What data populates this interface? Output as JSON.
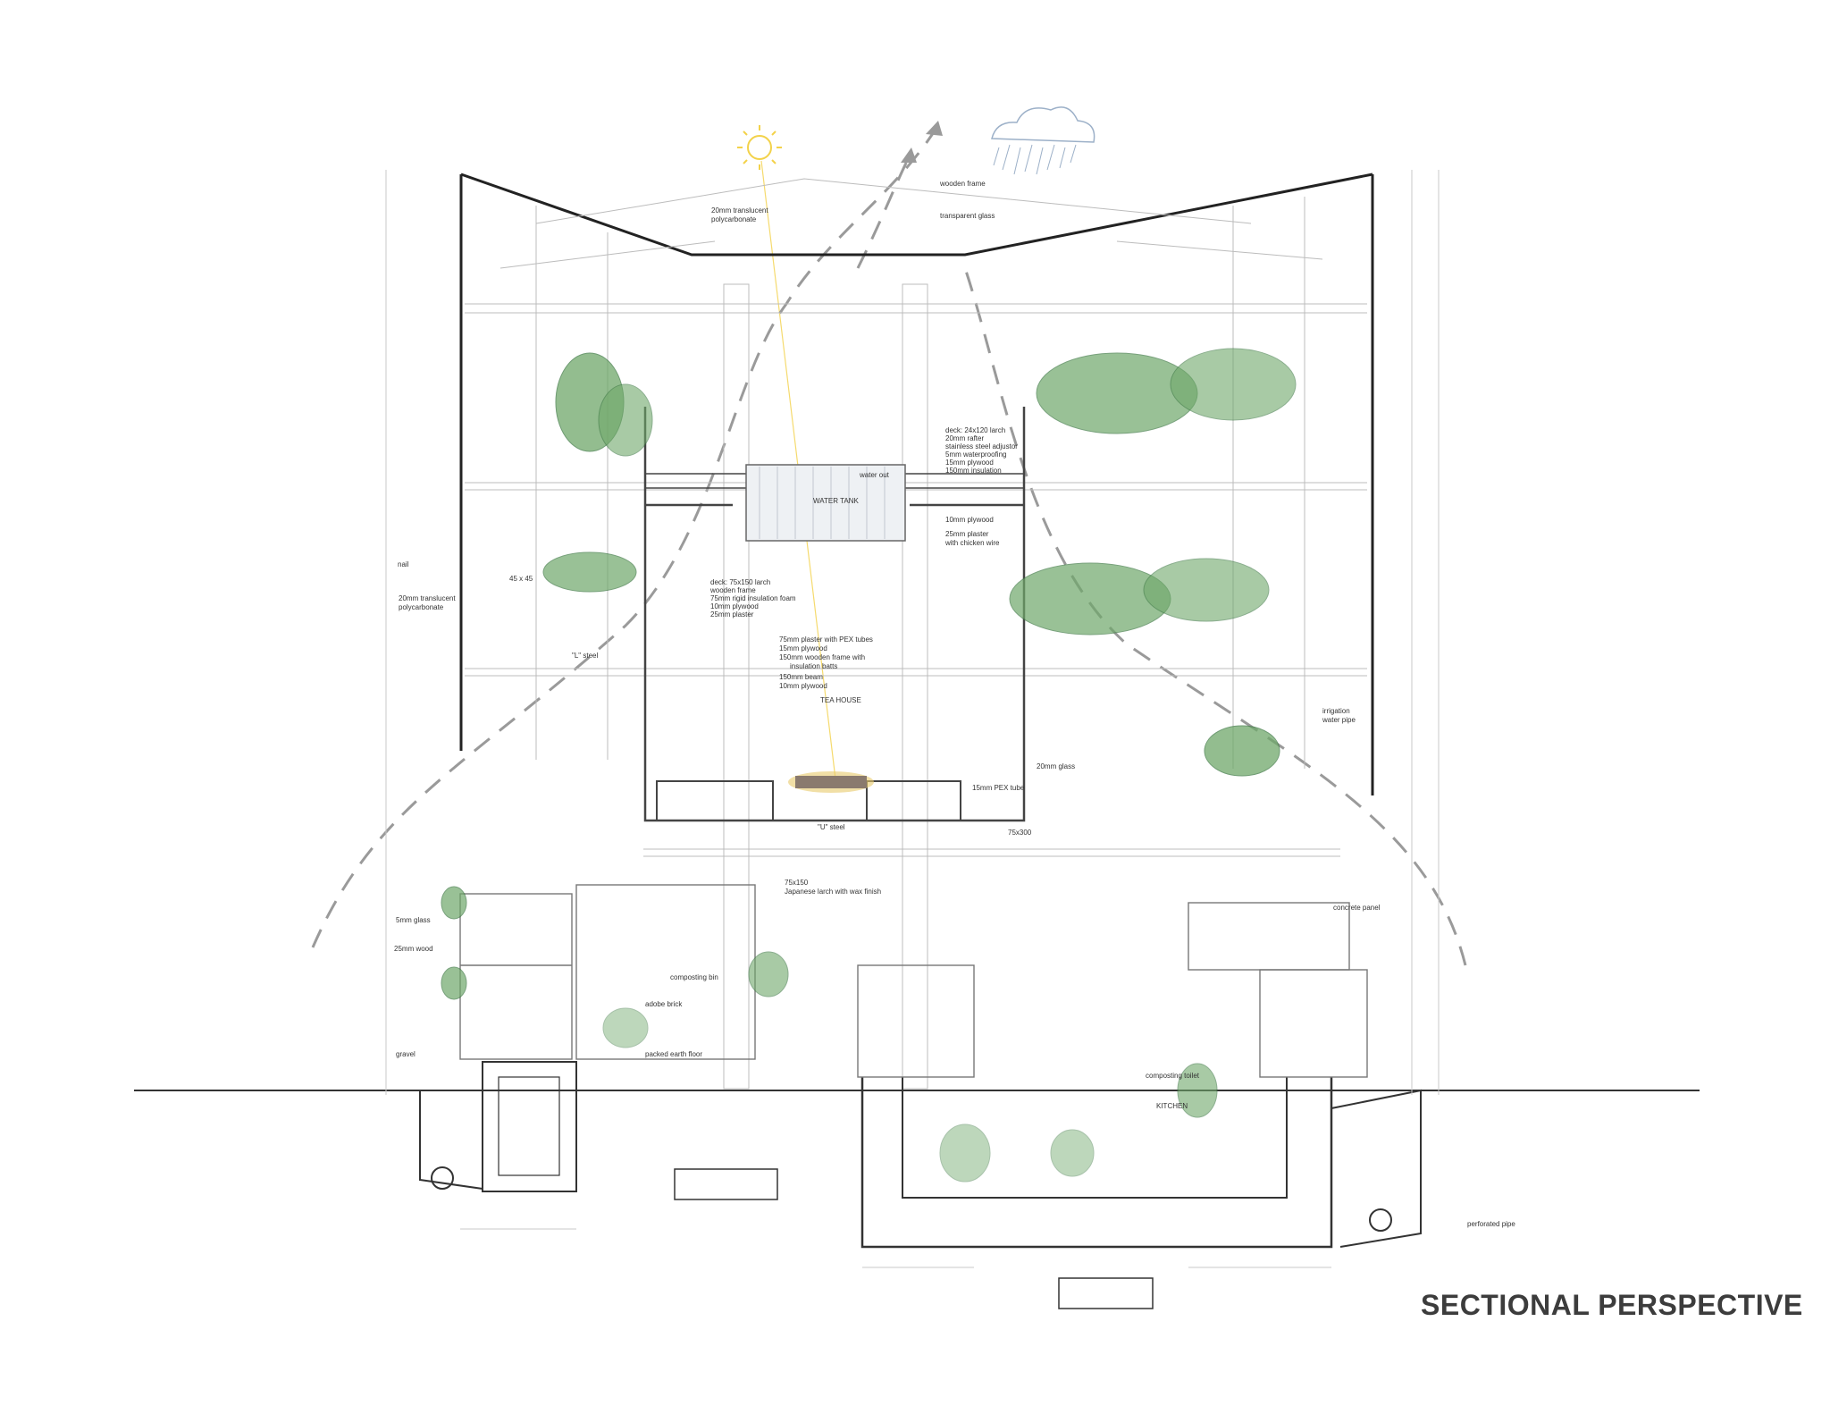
{
  "title": "SECTIONAL PERSPECTIVE",
  "labels": {
    "wooden_frame": "wooden frame",
    "transparent_glass": "transparent glass",
    "poly_top_1": "20mm translucent",
    "poly_top_2": "polycarbonate",
    "nail": "nail",
    "size_45": "45 x 45",
    "poly_left_1": "20mm translucent",
    "poly_left_2": "polycarbonate",
    "l_steel": "\"L\" steel",
    "deck_r1": "deck: 24x120 larch",
    "deck_r2": "20mm rafter",
    "deck_r3": "stainless steel adjustor",
    "deck_r4": "5mm waterproofing",
    "deck_r5": "15mm plywood",
    "deck_r6": "150mm insulation",
    "water_out": "water out",
    "water_tank": "WATER TANK",
    "ply_10": "10mm plywood",
    "plaster_1": "25mm plaster",
    "plaster_2": "with chicken wire",
    "deck_l1": "deck: 75x150 larch",
    "deck_l2": "wooden frame",
    "deck_l3": "75mm rigid insulation foam",
    "deck_l4": "10mm plywood",
    "deck_l5": "25mm plaster",
    "tea_1": "75mm plaster with PEX tubes",
    "tea_2": "15mm plywood",
    "tea_3": "150mm wooden frame with",
    "tea_4": "insulation batts",
    "tea_5": "150mm beam",
    "tea_6": "10mm plywood",
    "tea_house": "TEA HOUSE",
    "glass_20": "20mm glass",
    "pex_15": "15mm PEX tube",
    "u_steel": "\"U\" steel",
    "size_75x300": "75x300",
    "irrigation_1": "irrigation",
    "irrigation_2": "water pipe",
    "larch_1": "75x150",
    "larch_2": "Japanese larch with wax finish",
    "glass_5": "5mm glass",
    "wood_25": "25mm wood",
    "composting_bin": "composting bin",
    "adobe_brick": "adobe brick",
    "gravel": "gravel",
    "packed_earth": "packed earth floor",
    "concrete_panel": "concrete panel",
    "composting_toilet": "composting toilet",
    "kitchen": "KITCHEN",
    "perforated_pipe": "perforated pipe"
  },
  "colors": {
    "line": "#555555",
    "thin": "#bcbcbc",
    "roof": "#222222",
    "leaf": "#6fa86a",
    "leaf_dark": "#3f7a45",
    "sun": "#f3d24a",
    "cloud": "#9cb0c8",
    "arrow": "#9a9a9a",
    "title": "#3c3c3c"
  },
  "icons": [
    "sun-icon",
    "cloud-rain-icon",
    "airflow-arrow-icon"
  ]
}
